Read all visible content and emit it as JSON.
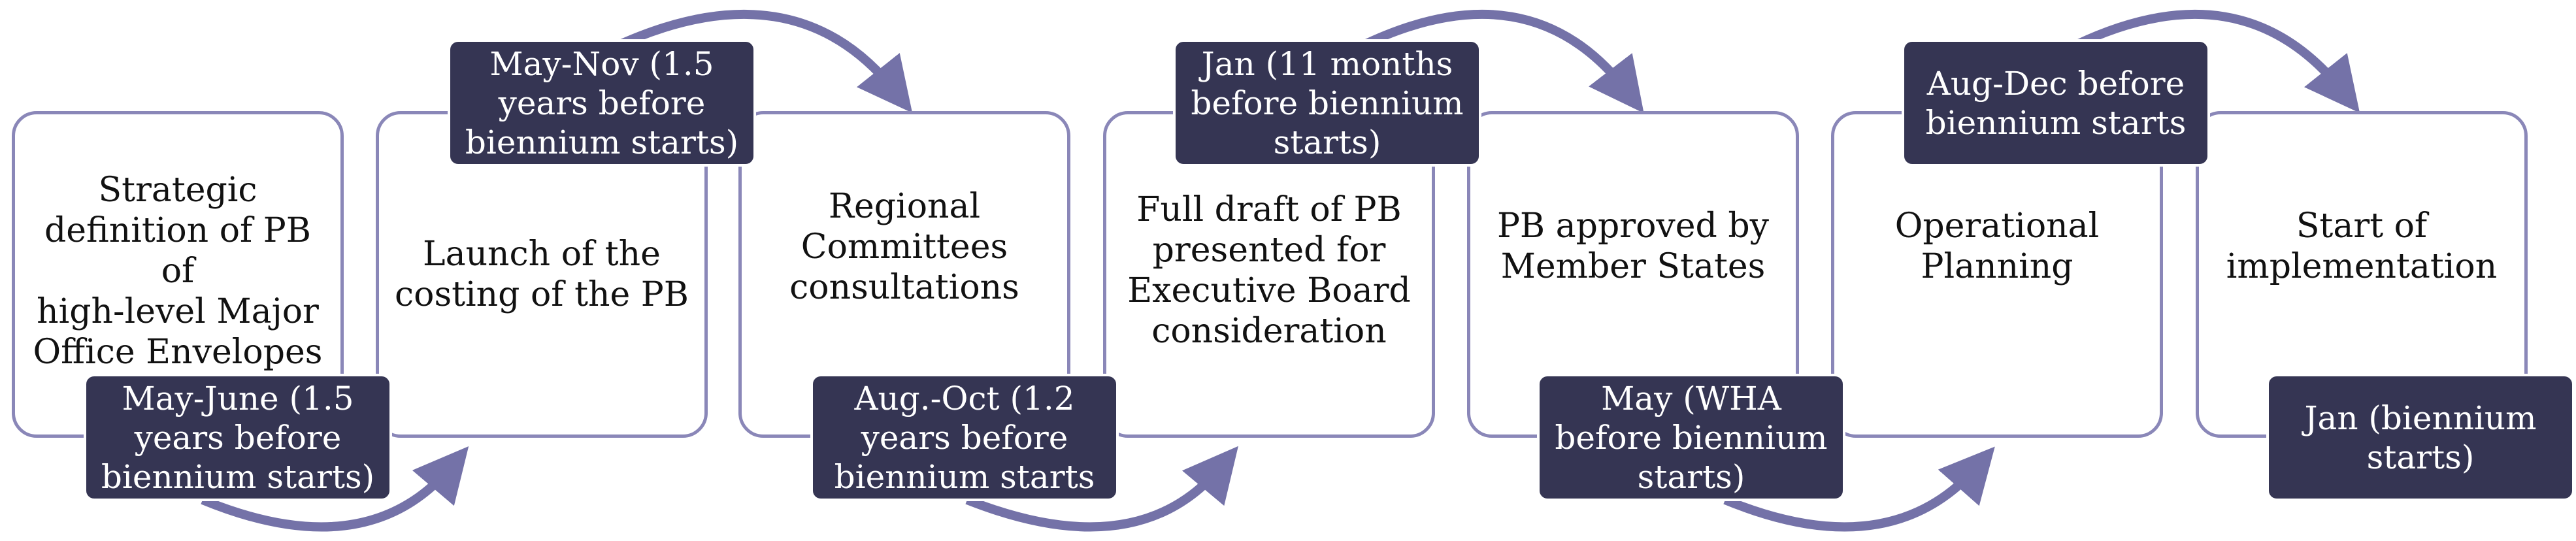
{
  "colors": {
    "box_border": "#8a87b8",
    "label_fill": "#353553",
    "arrow": "#7472a8",
    "text_dark": "#111111",
    "text_light": "#ffffff"
  },
  "steps": [
    {
      "text": "Strategic\ndefinition of PB of\nhigh-level Major\nOffice Envelopes",
      "timing": "May-June (1.5\nyears before\nbiennium starts)"
    },
    {
      "text": "Launch of the\ncosting of the PB",
      "timing": "May-Nov (1.5\nyears before\nbiennium starts)"
    },
    {
      "text": "Regional\nCommittees\nconsultations",
      "timing": "Aug.-Oct (1.2\nyears before\nbiennium starts"
    },
    {
      "text": "Full draft of PB\npresented for\nExecutive Board\nconsideration",
      "timing": "Jan (11 months\nbefore biennium\nstarts)"
    },
    {
      "text": "PB approved by\nMember States",
      "timing": "May (WHA\nbefore biennium\nstarts)"
    },
    {
      "text": "Operational\nPlanning",
      "timing": "Aug-Dec before\nbiennium starts"
    },
    {
      "text": "Start of\nimplementation",
      "timing": "Jan (biennium\nstarts)"
    }
  ]
}
